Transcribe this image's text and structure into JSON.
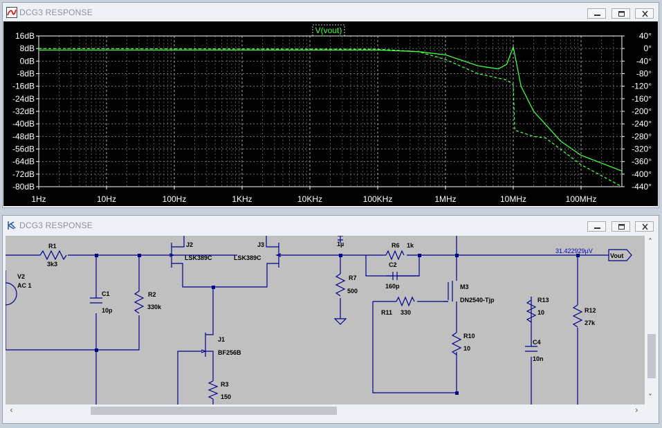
{
  "plot_window": {
    "title": "DCG3 RESPONSE",
    "trace_label": "V(vout)",
    "y_left_ticks": [
      "16dB",
      "8dB",
      "0dB",
      "-8dB",
      "-16dB",
      "-24dB",
      "-32dB",
      "-40dB",
      "-48dB",
      "-56dB",
      "-64dB",
      "-72dB",
      "-80dB"
    ],
    "y_right_ticks": [
      "40°",
      "0°",
      "-40°",
      "-80°",
      "-120°",
      "-160°",
      "-200°",
      "-240°",
      "-280°",
      "-320°",
      "-360°",
      "-400°",
      "-440°"
    ],
    "x_ticks": [
      "1Hz",
      "10Hz",
      "100Hz",
      "1KHz",
      "10KHz",
      "100KHz",
      "1MHz",
      "10MHz",
      "100MHz"
    ]
  },
  "schematic_window": {
    "title": "DCG3 RESPONSE",
    "vout_reading": "31.422929µV",
    "net_label": "Vout",
    "components": {
      "r1": {
        "name": "R1",
        "value": "3k3"
      },
      "v2": {
        "name": "V2",
        "value": "AC 1"
      },
      "c1": {
        "name": "C1",
        "value": "10p"
      },
      "r2": {
        "name": "R2",
        "value": "330k"
      },
      "j2": {
        "name": "J2",
        "value": "LSK389C"
      },
      "j3": {
        "name": "J3",
        "value": "LSK389C"
      },
      "j1": {
        "name": "J1",
        "value": "BF256B"
      },
      "r3": {
        "name": "R3",
        "value": "150"
      },
      "cap_top": {
        "value": "1µ"
      },
      "r7": {
        "name": "R7",
        "value": "500"
      },
      "r6": {
        "name": "R6",
        "value": "1k"
      },
      "c2": {
        "name": "C2",
        "value": "160p"
      },
      "m3": {
        "name": "M3",
        "value": "DN2540-Tjp"
      },
      "r11": {
        "name": "R11",
        "value": "330"
      },
      "r10": {
        "name": "R10",
        "value": "10"
      },
      "r13": {
        "name": "R13",
        "value": "10"
      },
      "c4": {
        "name": "C4",
        "value": "10n"
      },
      "r12": {
        "name": "R12",
        "value": "27k"
      }
    }
  },
  "chart_data": {
    "type": "line",
    "x_scale": "log",
    "xlim": [
      "1Hz",
      "400MHz"
    ],
    "ylim_left_db": [
      -80,
      16
    ],
    "ylim_right_deg": [
      -440,
      40
    ],
    "grid": true,
    "series": [
      {
        "name": "V(vout)",
        "style": "solid",
        "axis": "magnitude_dB",
        "color": "#44ff44",
        "points": [
          [
            1,
            7
          ],
          [
            100000,
            7
          ],
          [
            400000,
            6
          ],
          [
            1000000,
            4
          ],
          [
            3000000,
            -3
          ],
          [
            6000000,
            -5
          ],
          [
            8000000,
            -2
          ],
          [
            10000000,
            9
          ],
          [
            13000000,
            -16
          ],
          [
            20000000,
            -32
          ],
          [
            50000000,
            -51
          ],
          [
            100000000,
            -60
          ],
          [
            400000000,
            -70
          ]
        ]
      },
      {
        "name": "",
        "style": "dashed",
        "axis": "phase_deg",
        "color": "#44ff44",
        "points": [
          [
            1,
            0
          ],
          [
            100000,
            -2
          ],
          [
            400000,
            -10
          ],
          [
            1000000,
            -35
          ],
          [
            3000000,
            -80
          ],
          [
            8000000,
            -100
          ],
          [
            10000000,
            -115
          ],
          [
            10500000,
            -260
          ],
          [
            20000000,
            -280
          ],
          [
            30000000,
            -285
          ],
          [
            100000000,
            -370
          ],
          [
            400000000,
            -440
          ]
        ]
      }
    ]
  }
}
